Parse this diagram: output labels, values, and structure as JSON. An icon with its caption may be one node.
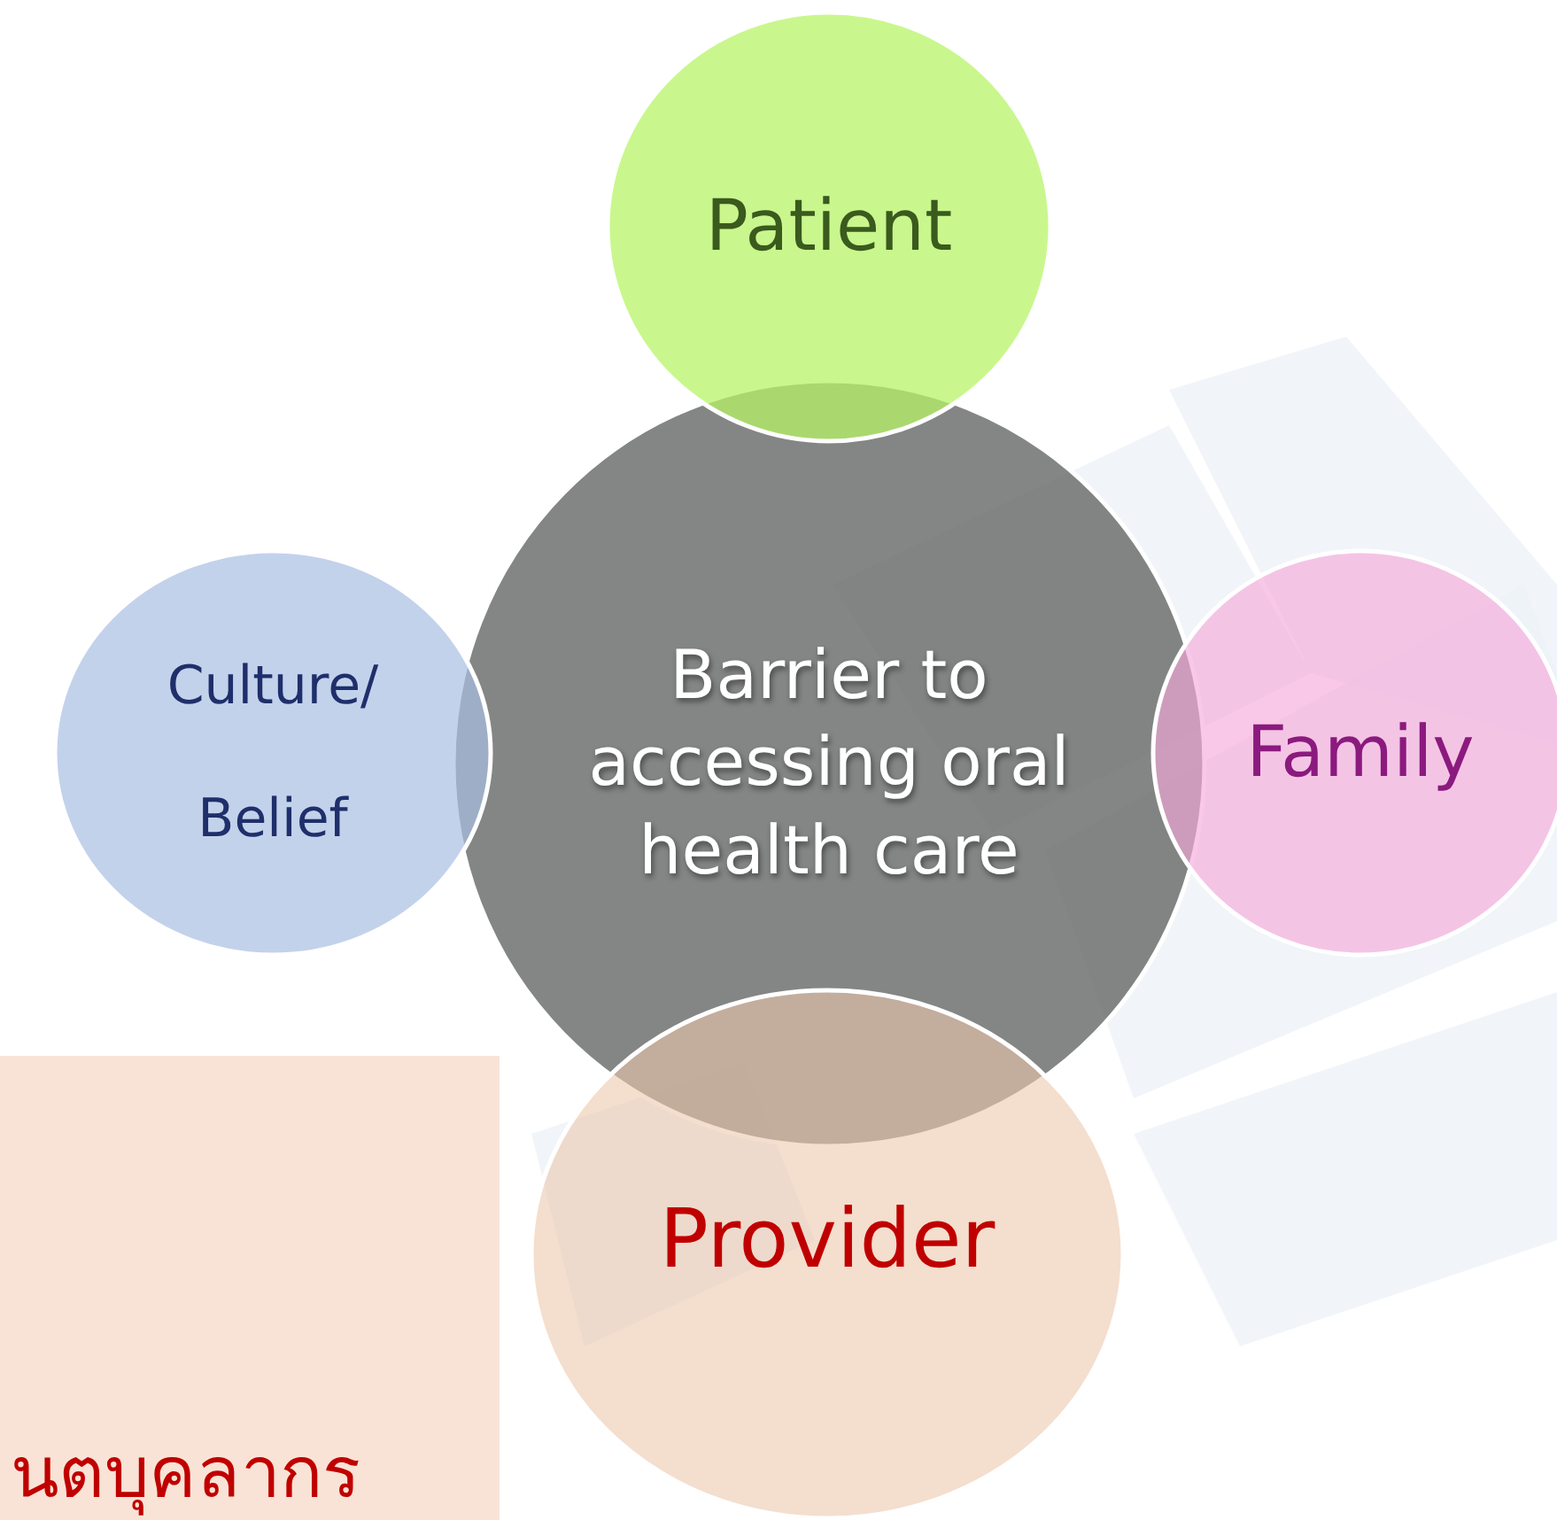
{
  "diagram": {
    "nodes": [
      {
        "text": [
          "Barrier to accessing oral health care"
        ]
      },
      {
        "text": [
          "Patient"
        ]
      },
      {
        "text": [
          "Culture/ Belief"
        ]
      },
      {
        "text": [
          "Family"
        ]
      },
      {
        "text": [
          "Provider"
        ]
      },
      {
        "text": [
          "นตบุคลากร"
        ]
      }
    ]
  }
}
